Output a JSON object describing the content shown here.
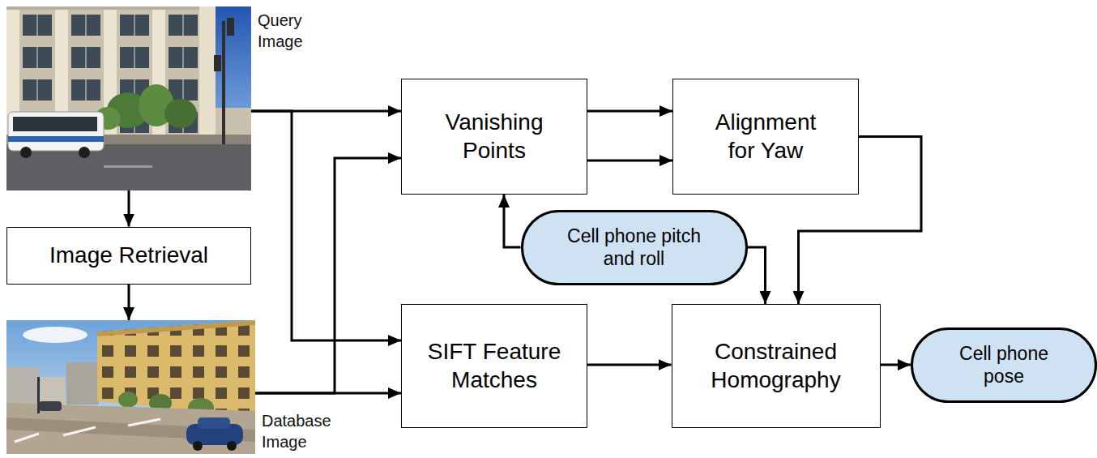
{
  "diagram": {
    "nodes": [
      {
        "text": [
          "Query Image"
        ]
      },
      {
        "text": [
          "Vanishing Points"
        ]
      },
      {
        "text": [
          "Alignment for Yaw"
        ]
      },
      {
        "text": [
          "Image Retrieval"
        ]
      },
      {
        "text": [
          "Cell phone pitch and roll"
        ]
      },
      {
        "text": [
          "Database Image"
        ]
      },
      {
        "text": [
          "SIFT Feature Matches"
        ]
      },
      {
        "text": [
          "Constrained Homography"
        ]
      },
      {
        "text": [
          "Cell phone pose"
        ]
      }
    ],
    "edges": [
      {
        "from": 0,
        "to": 1,
        "arrow": "to"
      },
      {
        "from": 0,
        "to": 6,
        "arrow": "to"
      },
      {
        "from": 0,
        "to": 3,
        "arrow": "to"
      },
      {
        "from": 3,
        "to": 5,
        "arrow": "to"
      },
      {
        "from": 5,
        "to": 1,
        "arrow": "to"
      },
      {
        "from": 5,
        "to": 6,
        "arrow": "to"
      },
      {
        "from": 1,
        "to": 2,
        "arrow": "to"
      },
      {
        "from": 1,
        "to": 2,
        "arrow": "to"
      },
      {
        "from": 4,
        "to": 1,
        "arrow": "to"
      },
      {
        "from": 4,
        "to": 7,
        "arrow": "to"
      },
      {
        "from": 2,
        "to": 7,
        "arrow": "to"
      },
      {
        "from": 6,
        "to": 7,
        "arrow": "to"
      },
      {
        "from": 7,
        "to": 8,
        "arrow": "to"
      }
    ]
  }
}
